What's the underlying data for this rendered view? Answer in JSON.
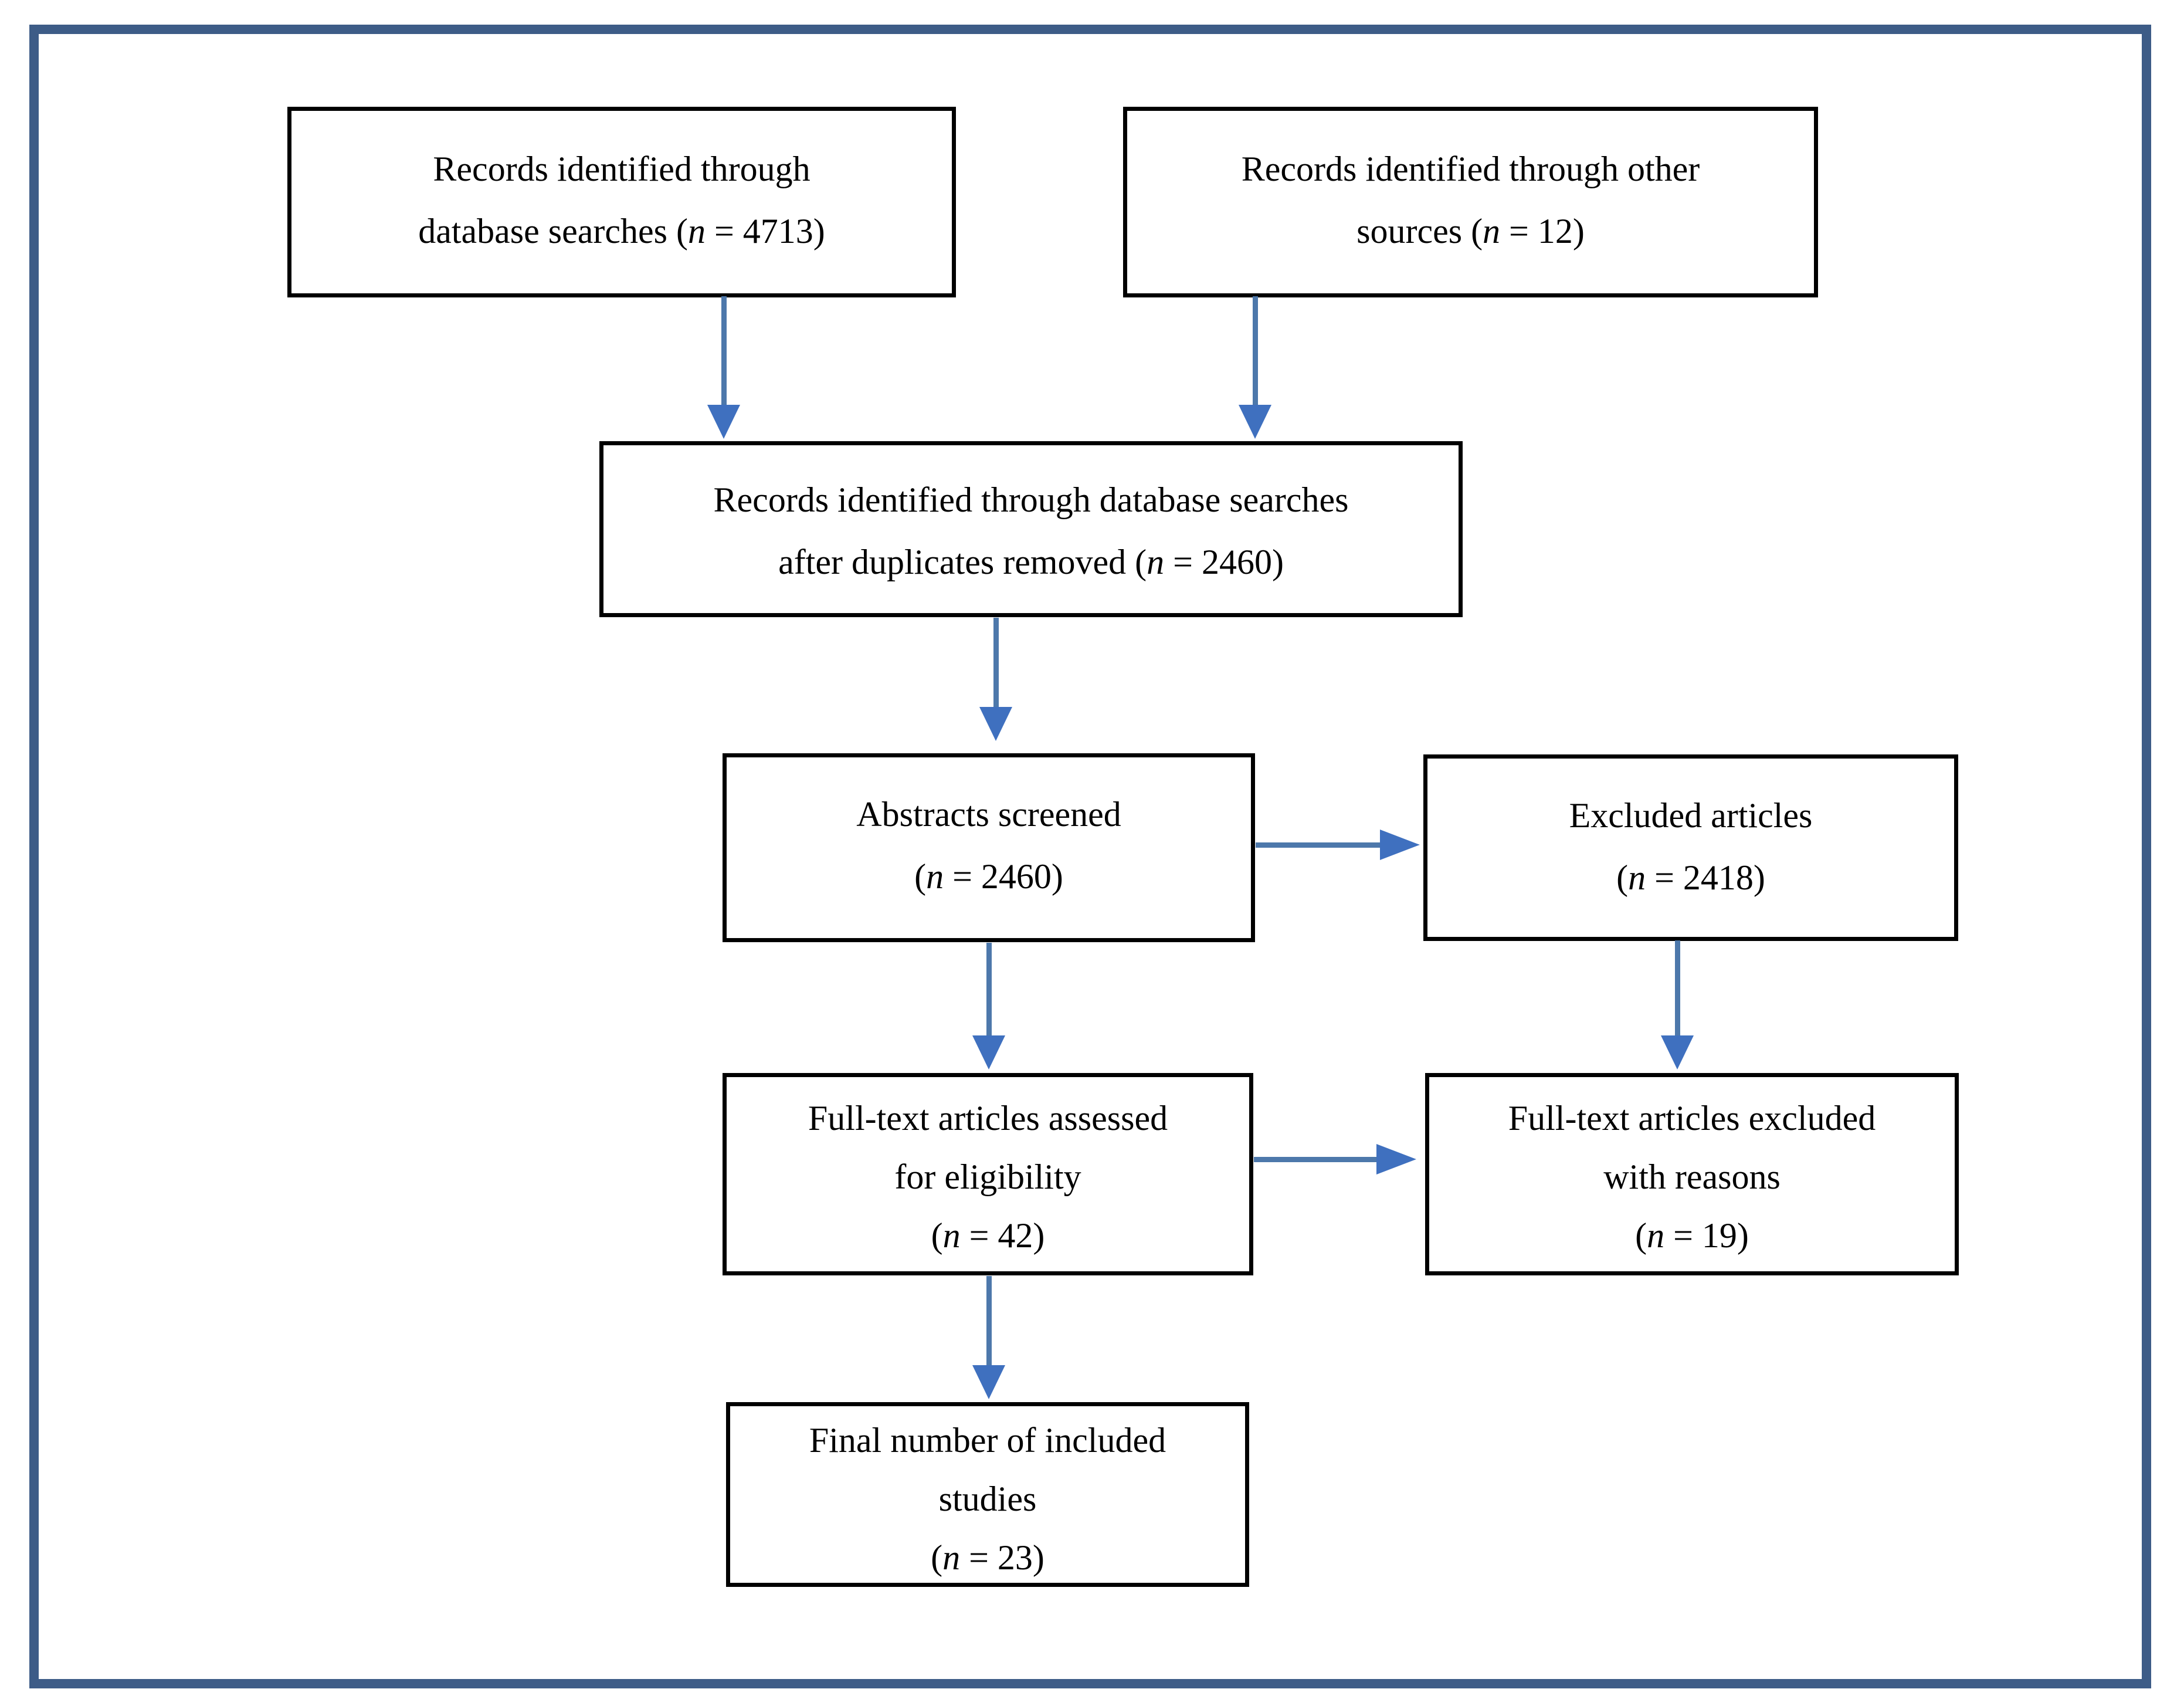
{
  "diagram": {
    "type": "prisma-flow",
    "background_color": "#ffffff",
    "frame_color": "#3d5c87",
    "box_border_color": "#000000",
    "arrow_stem_color": "#4d78ab",
    "arrow_head_color": "#3f70bf"
  },
  "symbols": {
    "n": "n",
    "sp_open": " (",
    "open": "(",
    "eq": " = ",
    "close": ")"
  },
  "boxes": {
    "records_db": {
      "lines": [
        "Records identified through",
        "database searches"
      ],
      "n_value": "4713"
    },
    "records_other": {
      "lines": [
        "Records identified through other",
        "sources"
      ],
      "n_value": "12"
    },
    "dedup": {
      "lines": [
        "Records identified through database searches",
        "after duplicates removed"
      ],
      "n_value": "2460"
    },
    "abstracts": {
      "lines": [
        "Abstracts screened"
      ],
      "n_value": "2460"
    },
    "excluded": {
      "lines": [
        "Excluded articles"
      ],
      "n_value": "2418"
    },
    "fulltext": {
      "lines": [
        "Full-text articles assessed",
        "for eligibility"
      ],
      "n_value": "42"
    },
    "ft_excluded": {
      "lines": [
        "Full-text articles excluded",
        "with reasons"
      ],
      "n_value": "19"
    },
    "final_included": {
      "lines": [
        "Final number of included",
        "studies"
      ],
      "n_value": "23"
    }
  },
  "edges": [
    {
      "from": "records_db",
      "to": "dedup",
      "direction": "down"
    },
    {
      "from": "records_other",
      "to": "dedup",
      "direction": "down"
    },
    {
      "from": "dedup",
      "to": "abstracts",
      "direction": "down"
    },
    {
      "from": "abstracts",
      "to": "excluded",
      "direction": "right"
    },
    {
      "from": "abstracts",
      "to": "fulltext",
      "direction": "down"
    },
    {
      "from": "excluded",
      "to": "ft_excluded",
      "direction": "down"
    },
    {
      "from": "fulltext",
      "to": "ft_excluded",
      "direction": "right"
    },
    {
      "from": "fulltext",
      "to": "final_included",
      "direction": "down"
    }
  ]
}
